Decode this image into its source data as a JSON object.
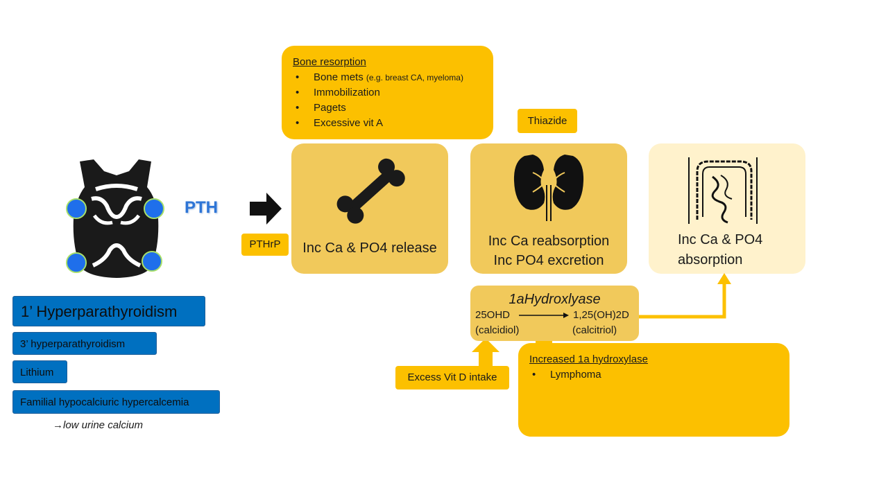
{
  "pth_label": "PTH",
  "pthrp_label": "PTHrP",
  "bone_resorption": {
    "title": "Bone resorption",
    "items": [
      {
        "text": "Bone mets",
        "note": "(e.g. breast CA, myeloma)"
      },
      {
        "text": "Immobilization",
        "note": ""
      },
      {
        "text": "Pagets",
        "note": ""
      },
      {
        "text": "Excessive vit A",
        "note": ""
      }
    ]
  },
  "thiazide_label": "Thiazide",
  "bone_effect": "Inc Ca & PO4 release",
  "kidney_effect": {
    "line1": "Inc Ca reabsorption",
    "line2": "Inc PO4 excretion"
  },
  "gut_effect": {
    "line1": "Inc Ca & PO4",
    "line2": "absorption"
  },
  "hydroxylase": {
    "title": "1aHydroxlyase",
    "substrate": "25OHD",
    "substrate_name": "(calcidiol)",
    "product": "1,25(OH)2D",
    "product_name": "(calcitriol)"
  },
  "excess_vit_d": "Excess Vit D intake",
  "increased_hydroxylase": {
    "title": "Increased 1a hydroxylase",
    "items": [
      "Lymphoma"
    ]
  },
  "causes": {
    "primary": "1’ Hyperparathyroidism",
    "tertiary": "3’ hyperparathyroidism",
    "lithium": "Lithium",
    "fhh": "Familial hypocalciuric hypercalcemia",
    "fhh_note": "low urine calcium"
  },
  "colors": {
    "gold": "#fcc000",
    "tan": "#f1c95b",
    "pale": "#fff2cc",
    "blue": "#0070c0",
    "pth_text": "#2e75d6"
  },
  "icons": [
    "thyroid-parathyroid-icon",
    "arrow-right-icon",
    "bone-icon",
    "kidney-icon",
    "intestine-icon"
  ]
}
